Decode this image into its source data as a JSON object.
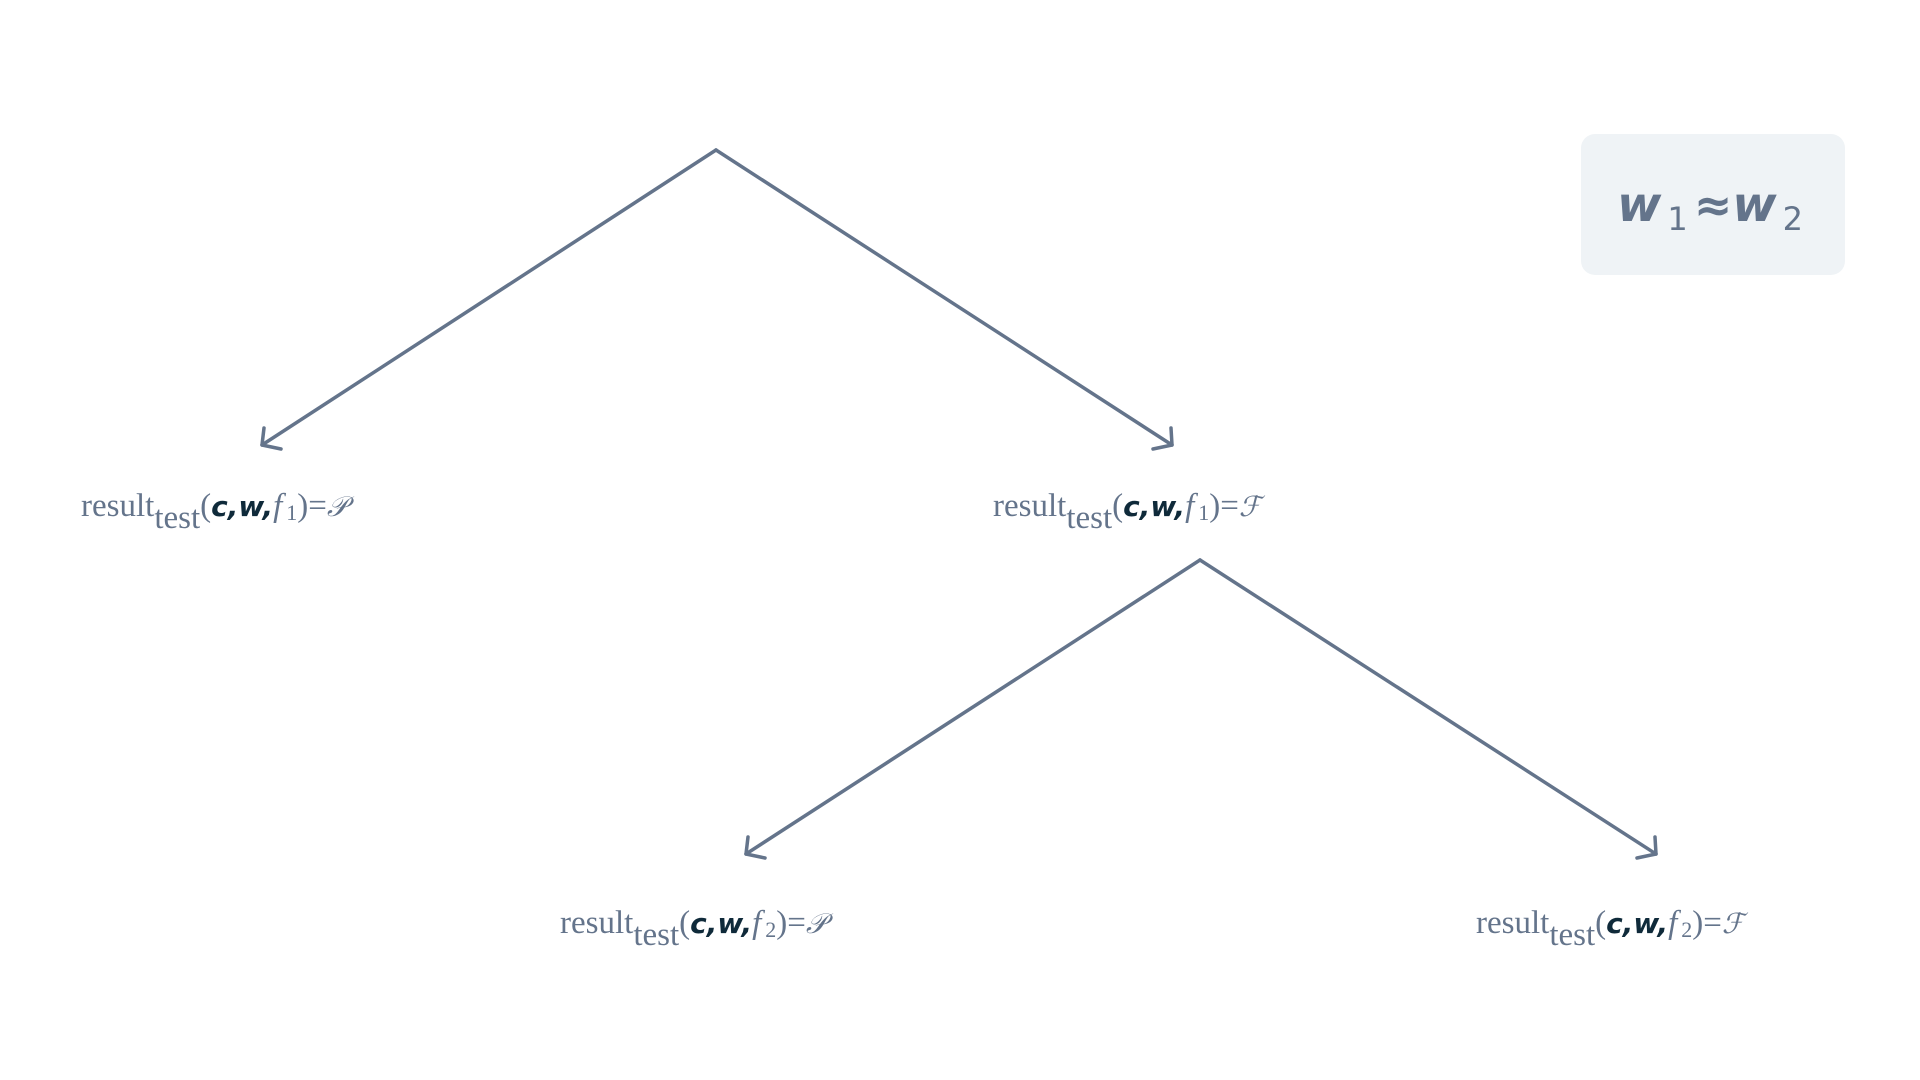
{
  "colors": {
    "line": "#64748b",
    "bold_var": "#0f2a3a",
    "box_bg": "#eff3f6"
  },
  "nodes": [
    {
      "fn": "result",
      "sub": "test",
      "c": "c",
      "w": "w",
      "f": "f",
      "f_index": "1",
      "eq": "=",
      "result": "𝒫"
    },
    {
      "fn": "result",
      "sub": "test",
      "c": "c",
      "w": "w",
      "f": "f",
      "f_index": "1",
      "eq": "=",
      "result": "ℱ"
    },
    {
      "fn": "result",
      "sub": "test",
      "c": "c",
      "w": "w",
      "f": "f",
      "f_index": "2",
      "eq": "=",
      "result": "𝒫"
    },
    {
      "fn": "result",
      "sub": "test",
      "c": "c",
      "w": "w",
      "f": "f",
      "f_index": "2",
      "eq": "=",
      "result": "ℱ"
    }
  ],
  "condition": {
    "lhs": "w",
    "lhs_index": "1",
    "op": "≈",
    "rhs": "w",
    "rhs_index": "2"
  }
}
